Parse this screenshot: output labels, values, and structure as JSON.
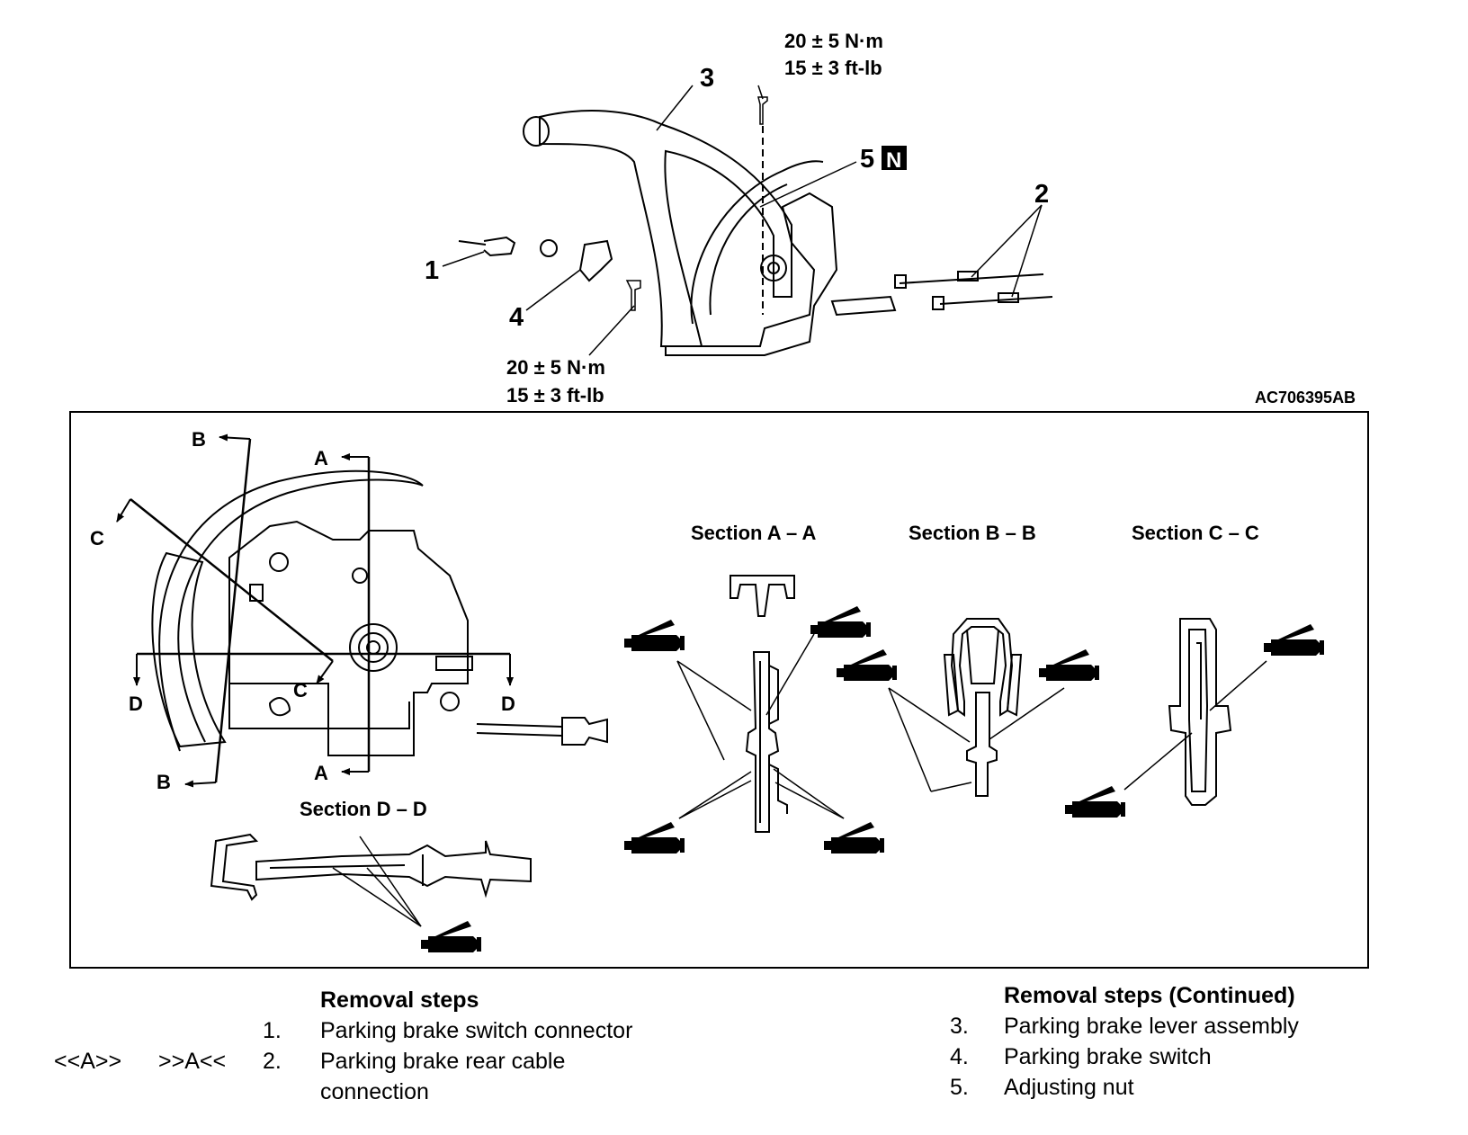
{
  "figure_code": "AC706395AB",
  "callouts": {
    "c1": "1",
    "c2": "2",
    "c3": "3",
    "c4": "4",
    "c5": "5",
    "new_part_mark": "N"
  },
  "torque_top": {
    "metric": "20 ± 5 N·m",
    "imperial": "15 ± 3 ft-lb"
  },
  "torque_bottom": {
    "metric": "20 ± 5 N·m",
    "imperial": "15 ± 3 ft-lb"
  },
  "section_marks": {
    "a": "A",
    "b": "B",
    "c": "C",
    "d": "D"
  },
  "section_titles": {
    "aa": "Section  A – A",
    "bb": "Section  B – B",
    "cc": "Section  C – C",
    "dd": "Section  D – D"
  },
  "removal_steps": {
    "heading": "Removal steps",
    "heading_continued": "Removal steps (Continued)",
    "items": [
      {
        "num": "1.",
        "text": "Parking brake switch connector"
      },
      {
        "num": "2.",
        "text": "Parking brake rear cable",
        "text2": "connection",
        "ref_removal": "<<A>>",
        "ref_install": ">>A<<"
      },
      {
        "num": "3.",
        "text": "Parking brake lever assembly"
      },
      {
        "num": "4.",
        "text": "Parking brake switch"
      },
      {
        "num": "5.",
        "text": "Adjusting nut"
      }
    ]
  }
}
